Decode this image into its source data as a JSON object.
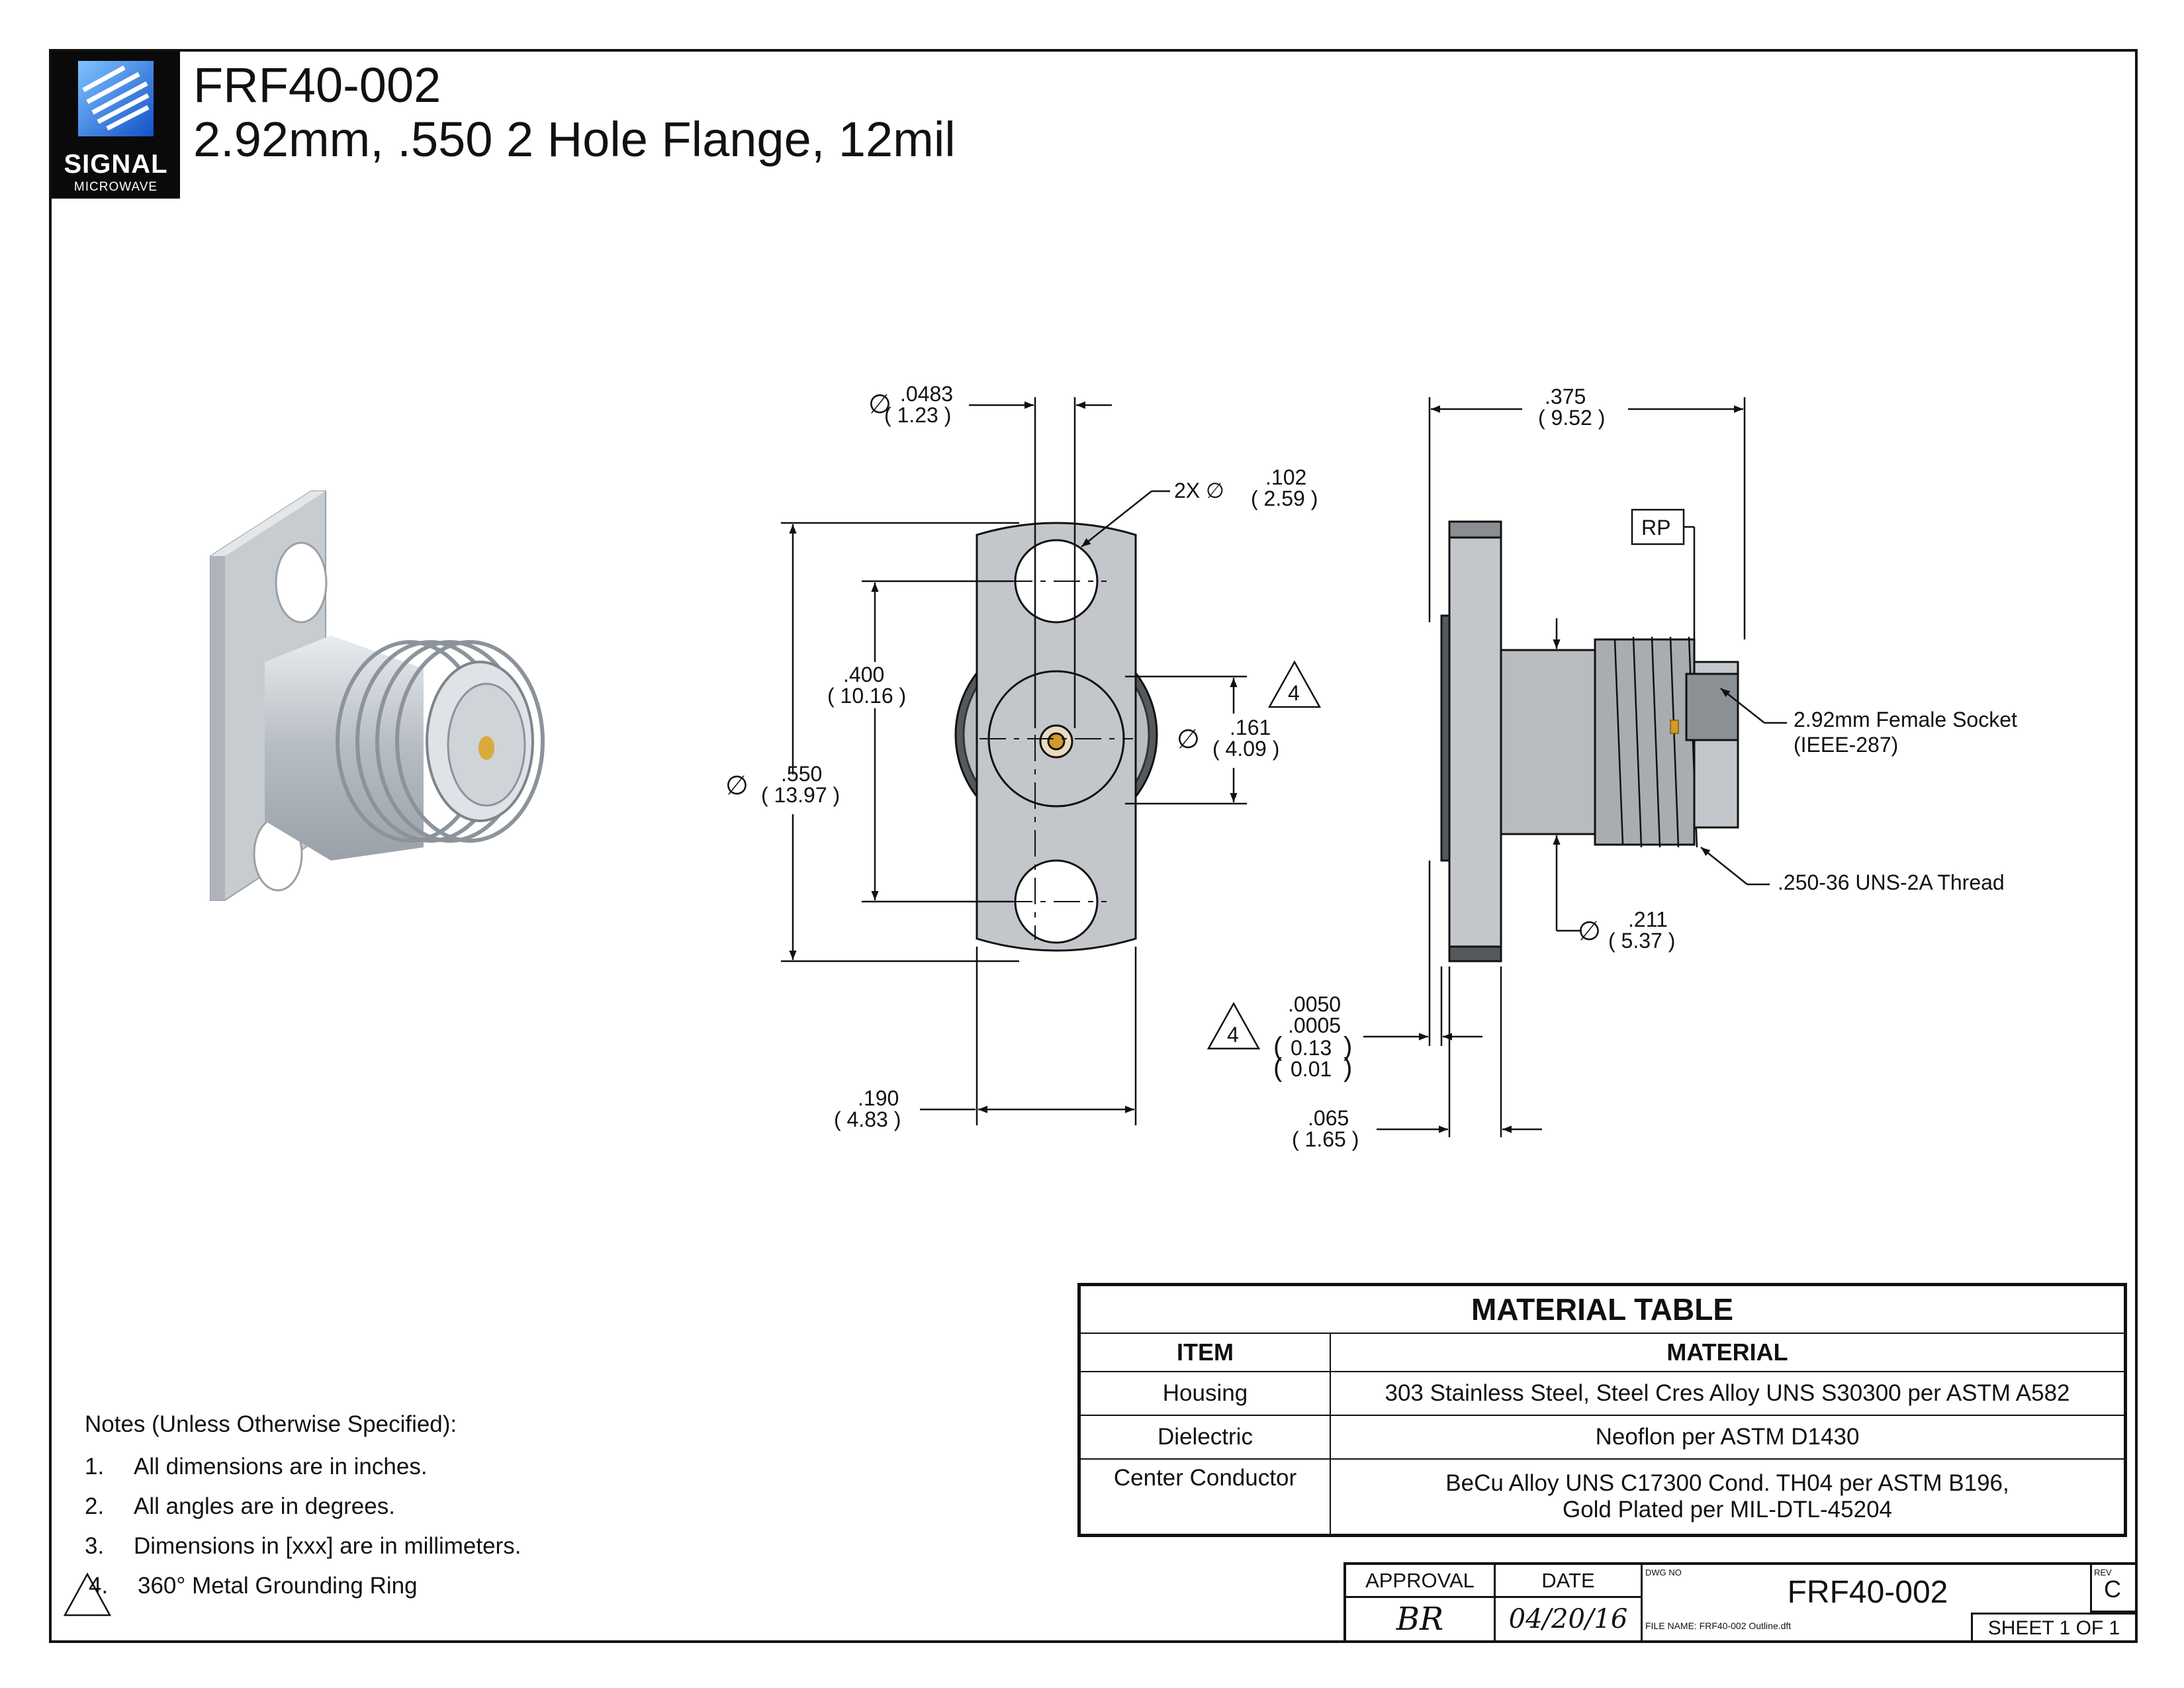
{
  "header": {
    "logo_line1": "SIGNAL",
    "logo_line2": "MICROWAVE",
    "part_number": "FRF40-002",
    "description": "2.92mm, .550  2 Hole Flange, 12mil"
  },
  "dimensions": {
    "pin_dia": {
      "symbol": "∅",
      "in": ".0483",
      "mm": "( 1.23 )"
    },
    "hole_dia": {
      "prefix": "2X ∅",
      "in": ".102",
      "mm": "( 2.59 )"
    },
    "hole_spacing": {
      "in": ".400",
      "mm": "( 10.16 )"
    },
    "flange_length": {
      "symbol": "∅",
      "in": ".550",
      "mm": "( 13.97 )"
    },
    "ring_dia": {
      "symbol": "∅",
      "in": ".161",
      "mm": "( 4.09 )"
    },
    "flange_width": {
      "in": ".190",
      "mm": "( 4.83 )"
    },
    "overall_length": {
      "in": ".375",
      "mm": "( 9.52 )"
    },
    "ref_plane": "RP",
    "socket_note": [
      "2.92mm Female Socket",
      "(IEEE-287)"
    ],
    "thread_note": ".250-36 UNS-2A Thread",
    "body_dia": {
      "symbol": "∅",
      "in": ".211",
      "mm": "( 5.37 )"
    },
    "ring_height": {
      "in_max": ".0050",
      "in_min": ".0005",
      "mm_max": "0.13",
      "mm_min": "0.01"
    },
    "flange_thickness": {
      "in": ".065",
      "mm": "( 1.65 )"
    },
    "note_flag": "4"
  },
  "notes": {
    "title": "Notes (Unless Otherwise Specified):",
    "items": [
      {
        "num": "1.",
        "text": "All dimensions are in inches."
      },
      {
        "num": "2.",
        "text": "All angles are in degrees."
      },
      {
        "num": "3.",
        "text": "Dimensions in [xxx] are in millimeters."
      },
      {
        "num": "4.",
        "text": "360° Metal Grounding Ring"
      }
    ]
  },
  "material_table": {
    "title": "MATERIAL TABLE",
    "headers": [
      "ITEM",
      "MATERIAL"
    ],
    "rows": [
      {
        "item": "Housing",
        "material": "303 Stainless Steel, Steel Cres Alloy UNS S30300 per ASTM A582",
        "material2": ""
      },
      {
        "item": "Dielectric",
        "material": "Neoflon per ASTM D1430",
        "material2": ""
      },
      {
        "item": "Center Conductor",
        "material": "BeCu Alloy UNS C17300 Cond. TH04 per ASTM B196,",
        "material2": "Gold Plated per MIL-DTL-45204"
      }
    ]
  },
  "title_block": {
    "approval_label": "APPROVAL",
    "date_label": "DATE",
    "approval": "BR",
    "date": "04/20/16",
    "dwg_no_label": "DWG NO",
    "dwg_no": "FRF40-002",
    "rev_label": "REV",
    "rev": "C",
    "file_name": "FILE NAME: FRF40-002 Outline.dft",
    "sheet": "SHEET 1 OF 1"
  }
}
